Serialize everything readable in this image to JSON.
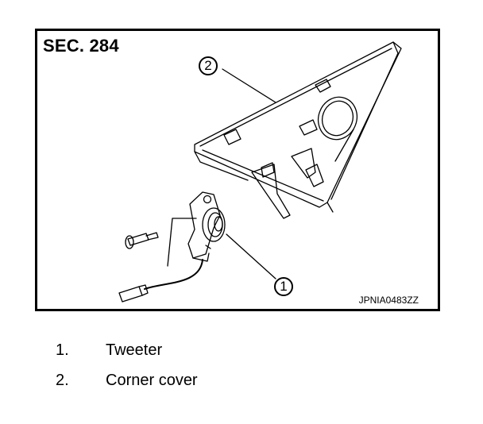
{
  "figure": {
    "section": "SEC. 284",
    "reference_code": "JPNIA0483ZZ",
    "callouts": [
      "1",
      "2"
    ]
  },
  "legend": [
    {
      "number": "1.",
      "label": "Tweeter"
    },
    {
      "number": "2.",
      "label": "Corner cover"
    }
  ]
}
